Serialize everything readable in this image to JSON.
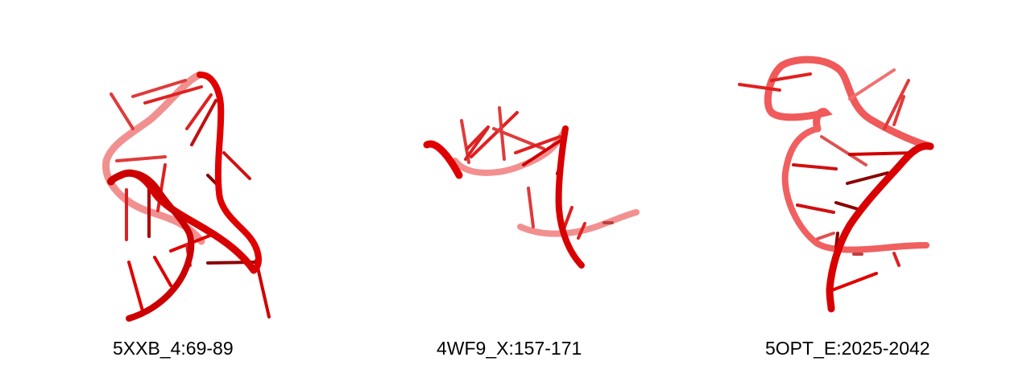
{
  "figure": {
    "background": "#ffffff",
    "colors": {
      "strand_front": "#e00000",
      "strand_mid": "#f03030",
      "strand_back": "#f29090",
      "base_dark": "#8a0000"
    },
    "structures": [
      {
        "label": "5XXB_4:69-89"
      },
      {
        "label": "4WF9_X:157-171"
      },
      {
        "label": "5OPT_E:2025-2042"
      }
    ]
  }
}
